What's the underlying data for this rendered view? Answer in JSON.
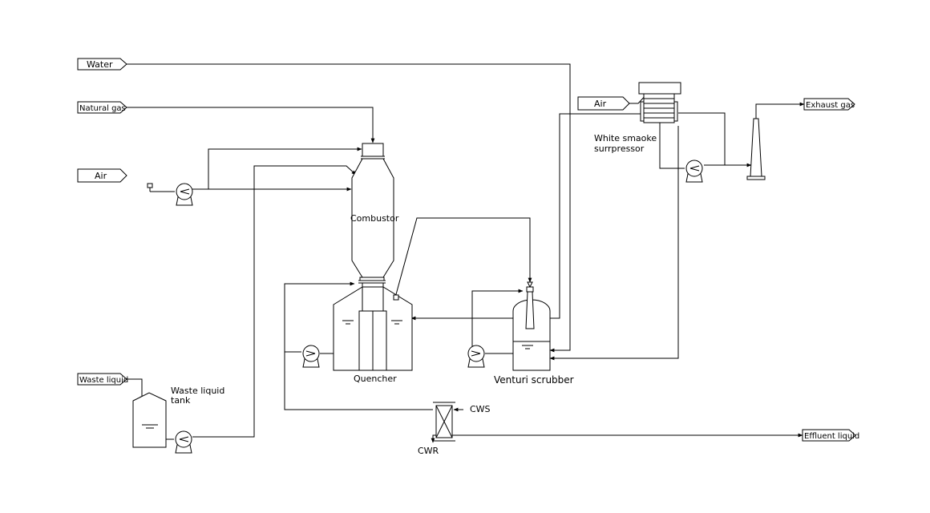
{
  "streams": {
    "water": "Water",
    "natural_gas": "Natural gas",
    "air_combustor": "Air",
    "waste_liquid": "Waste liquid",
    "air_suppressor": "Air",
    "exhaust_gas": "Exhaust gas",
    "effluent_liquid": "Effluent liquid"
  },
  "equipment": {
    "combustor": "Combustor",
    "quencher": "Quencher",
    "venturi_scrubber": "Venturi scrubber",
    "waste_tank_line1": "Waste liquid",
    "waste_tank_line2": "tank",
    "suppressor_line1": "White smaoke",
    "suppressor_line2": "surrpressor",
    "cws": "CWS",
    "cwr": "CWR"
  }
}
